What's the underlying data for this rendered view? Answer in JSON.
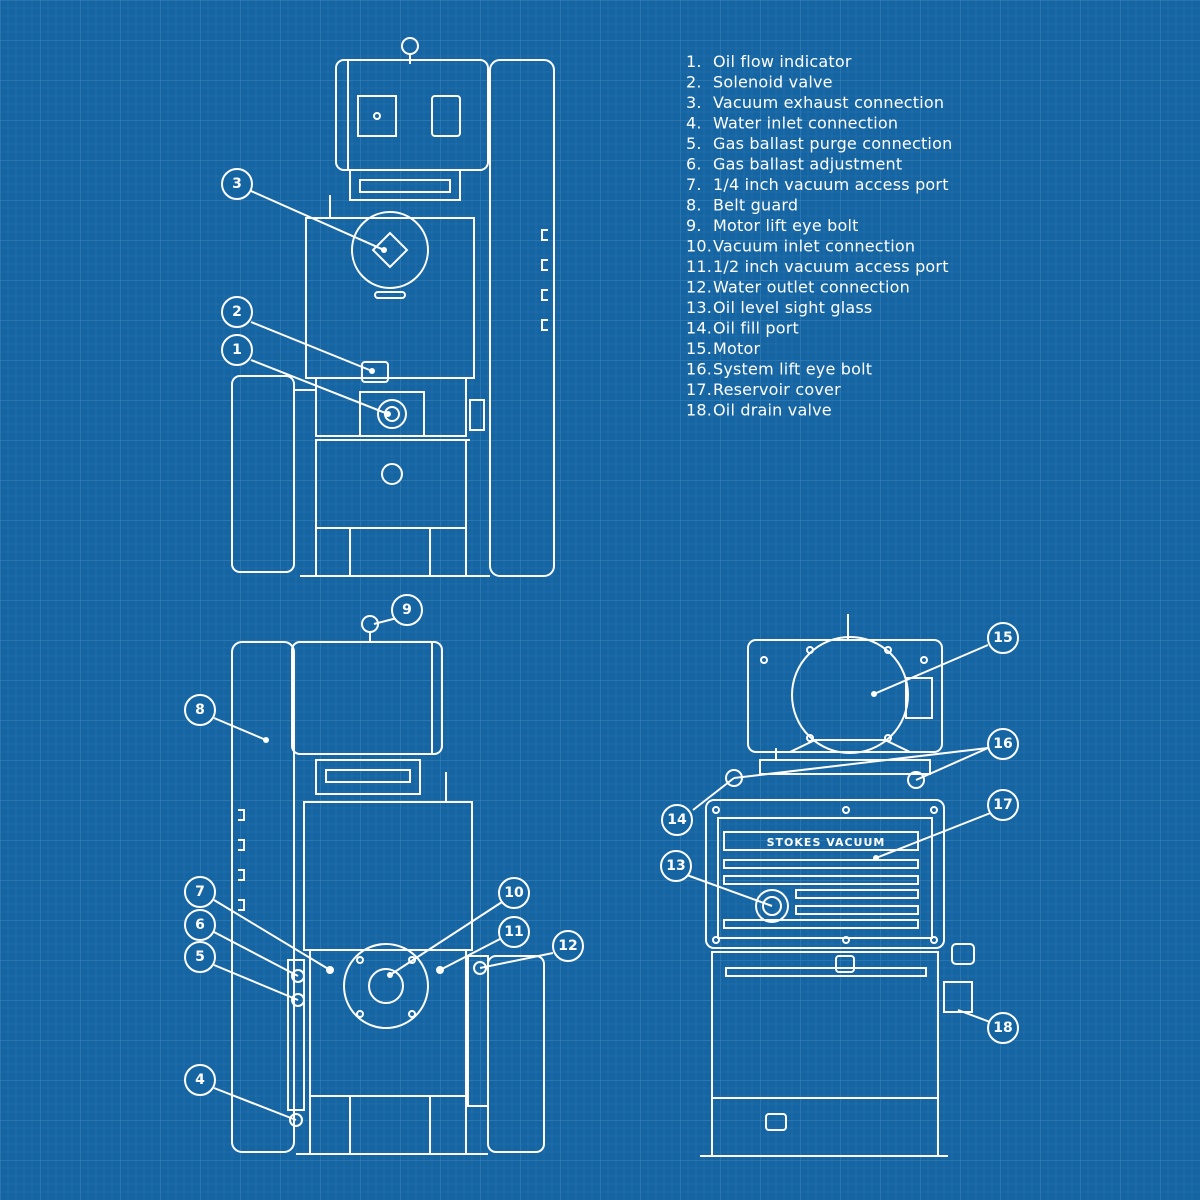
{
  "legend": [
    {
      "num": "1.",
      "label": "Oil flow indicator"
    },
    {
      "num": "2.",
      "label": "Solenoid valve"
    },
    {
      "num": "3.",
      "label": "Vacuum exhaust connection"
    },
    {
      "num": "4.",
      "label": "Water inlet connection"
    },
    {
      "num": "5.",
      "label": "Gas ballast purge connection"
    },
    {
      "num": "6.",
      "label": "Gas ballast adjustment"
    },
    {
      "num": "7.",
      "label": "1/4 inch vacuum access port"
    },
    {
      "num": "8.",
      "label": "Belt guard"
    },
    {
      "num": "9.",
      "label": "Motor lift eye bolt"
    },
    {
      "num": "10.",
      "label": "Vacuum inlet connection"
    },
    {
      "num": "11.",
      "label": "1/2 inch vacuum access port"
    },
    {
      "num": "12.",
      "label": "Water outlet connection"
    },
    {
      "num": "13.",
      "label": "Oil level sight glass"
    },
    {
      "num": "14.",
      "label": "Oil fill port"
    },
    {
      "num": "15.",
      "label": "Motor"
    },
    {
      "num": "16.",
      "label": "System lift eye bolt"
    },
    {
      "num": "17.",
      "label": "Reservoir cover"
    },
    {
      "num": "18.",
      "label": "Oil drain valve"
    }
  ],
  "callouts": {
    "c1": "1",
    "c2": "2",
    "c3": "3",
    "c4": "4",
    "c5": "5",
    "c6": "6",
    "c7": "7",
    "c8": "8",
    "c9": "9",
    "c10": "10",
    "c11": "11",
    "c12": "12",
    "c13": "13",
    "c14": "14",
    "c15": "15",
    "c16": "16",
    "c17": "17",
    "c18": "18"
  },
  "brand_text": "STOKES VACUUM",
  "colors": {
    "background": "#1565a3",
    "grid_minor": "#3a80b8",
    "line": "#ffffff"
  }
}
